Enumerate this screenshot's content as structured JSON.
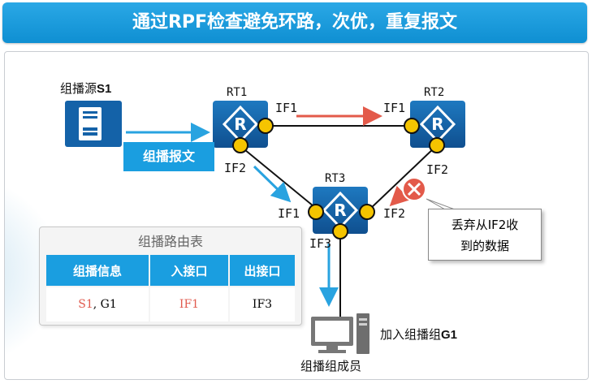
{
  "title": "通过RPF检查避免环路，次优，重复报文",
  "source": {
    "label_prefix": "组播源",
    "label_suffix": "S1"
  },
  "packet_label": "组播报文",
  "routers": [
    {
      "name": "RT1"
    },
    {
      "name": "RT2"
    },
    {
      "name": "RT3"
    }
  ],
  "interfaces": {
    "rt1_if1": "IF1",
    "rt1_if2": "IF2",
    "rt2_if1": "IF1",
    "rt2_if2": "IF2",
    "rt3_if1": "IF1",
    "rt3_if2": "IF2",
    "rt3_if3": "IF3"
  },
  "drop_callout": {
    "line1": "丢弃从IF2收",
    "line2": "到的数据"
  },
  "member": {
    "join_prefix": "加入组播组",
    "join_group": "G1",
    "label": "组播组成员"
  },
  "routing_table": {
    "title": "组播路由表",
    "headers": [
      "组播信息",
      "入接口",
      "出接口"
    ],
    "row": {
      "info_source": "S1",
      "info_sep": ",",
      "info_group": "G1",
      "in_if": "IF1",
      "out_if": "IF3"
    }
  },
  "colors": {
    "accent": "#1a9ee0",
    "router": "#1565a8",
    "port": "#f5c400",
    "drop": "#e35a4a",
    "flow": "#29a3e0"
  }
}
